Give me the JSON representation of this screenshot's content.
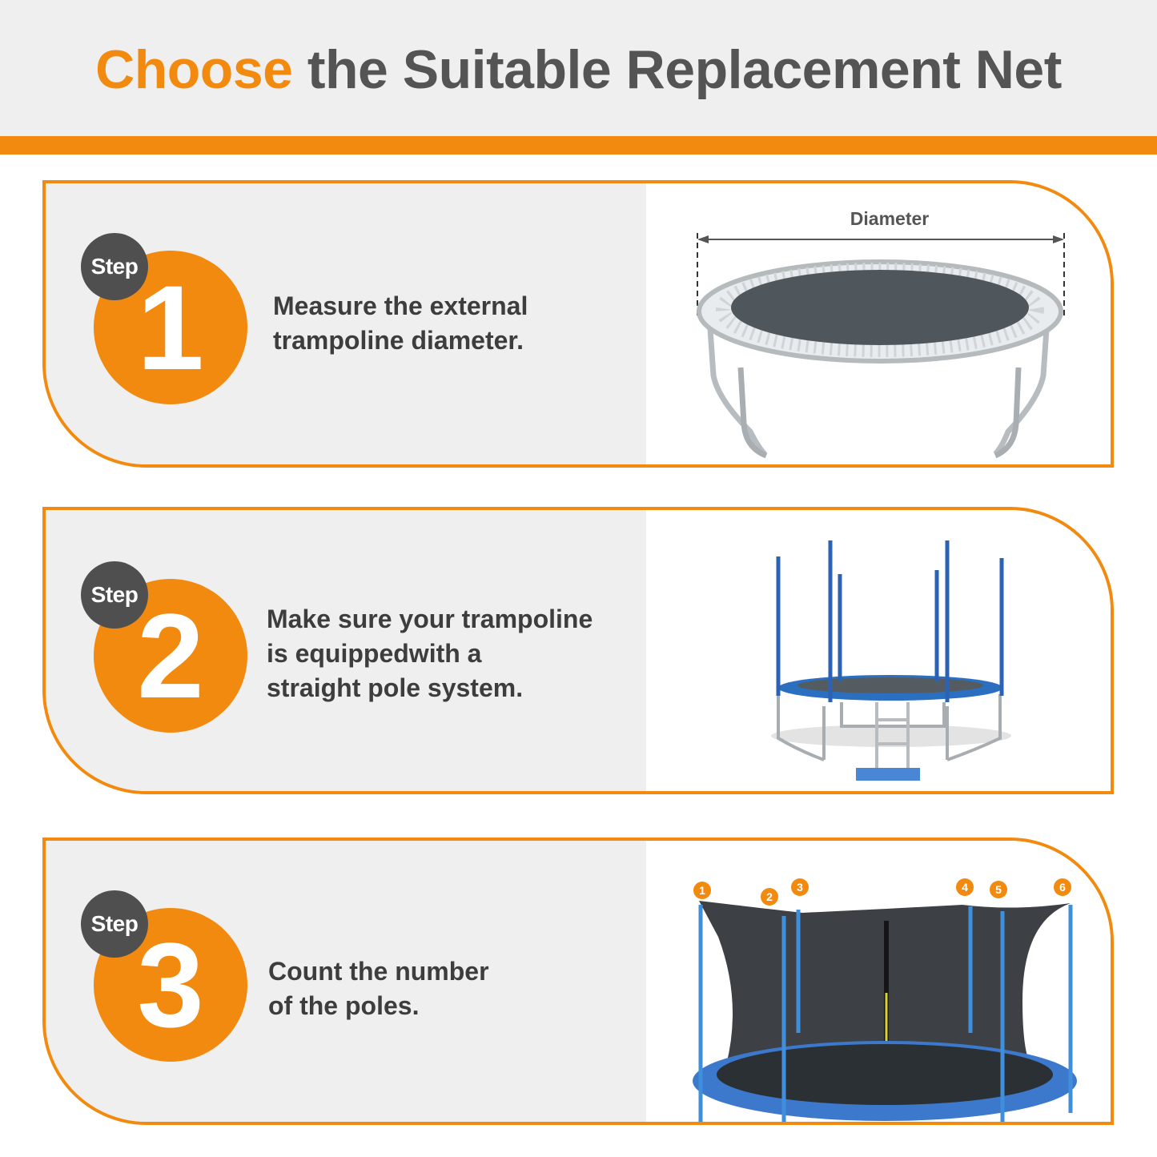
{
  "header": {
    "title_accent": "Choose",
    "title_rest": " the Suitable Replacement Net",
    "colors": {
      "accent": "#f28a0f",
      "title_gray": "#545454",
      "header_bg": "#efefef"
    }
  },
  "steps": [
    {
      "badge": "Step",
      "number": "1",
      "text_lines": [
        "Measure the external",
        "trampoline diameter."
      ],
      "image": {
        "type": "trampoline-frame-illustration",
        "label": "Diameter"
      }
    },
    {
      "badge": "Step",
      "number": "2",
      "text_lines": [
        "Make sure your trampoline",
        "is equippedwith a",
        "straight pole system."
      ],
      "image": {
        "type": "trampoline-straight-poles-with-ladder"
      }
    },
    {
      "badge": "Step",
      "number": "3",
      "text_lines": [
        "Count the number",
        "of the poles."
      ],
      "image": {
        "type": "trampoline-with-enclosure-net",
        "pole_labels": [
          "1",
          "2",
          "3",
          "4",
          "5",
          "6"
        ]
      }
    }
  ]
}
